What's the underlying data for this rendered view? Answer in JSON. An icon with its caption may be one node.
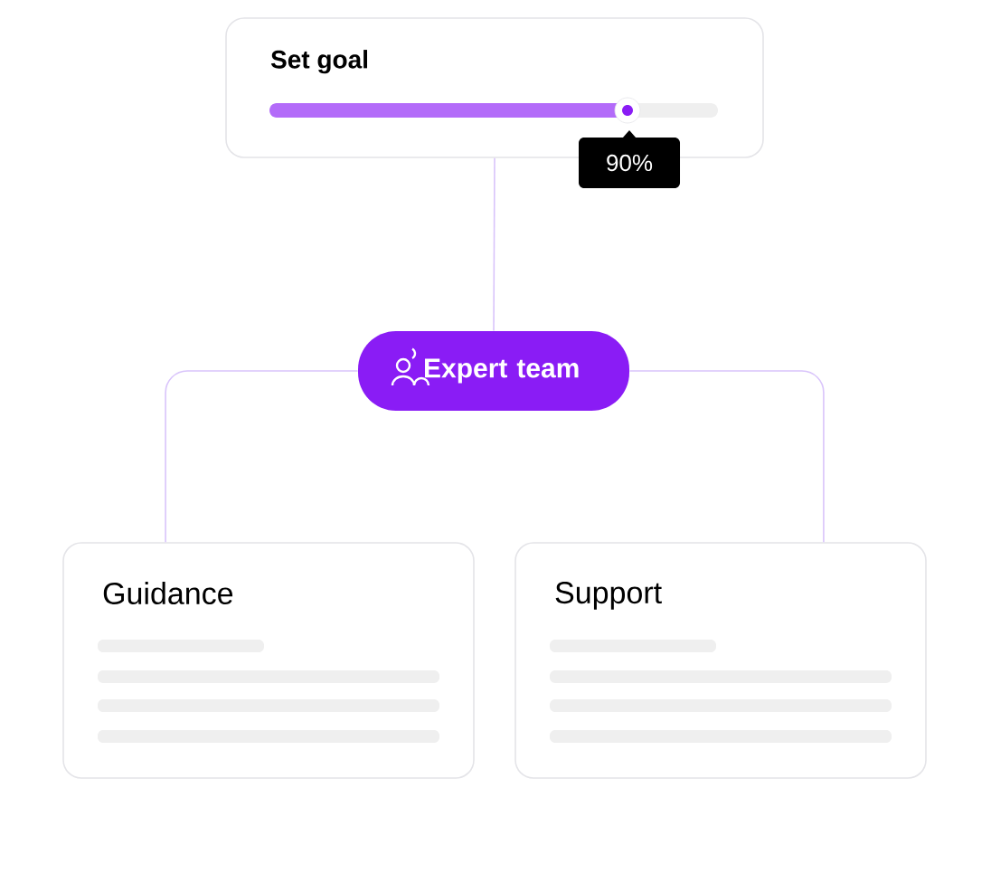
{
  "diagram": {
    "nodes": [
      {
        "text": [
          "Set goal"
        ]
      },
      {
        "text": [
          "90%"
        ]
      },
      {
        "text": [
          "Expert team"
        ]
      },
      {
        "text": [
          "Guidance"
        ]
      },
      {
        "text": [
          "Support"
        ]
      }
    ],
    "edges": [
      {
        "from": 0,
        "to": 2,
        "arrow": "none"
      },
      {
        "from": 2,
        "to": 3,
        "arrow": "none"
      },
      {
        "from": 2,
        "to": 4,
        "arrow": "none"
      }
    ]
  }
}
